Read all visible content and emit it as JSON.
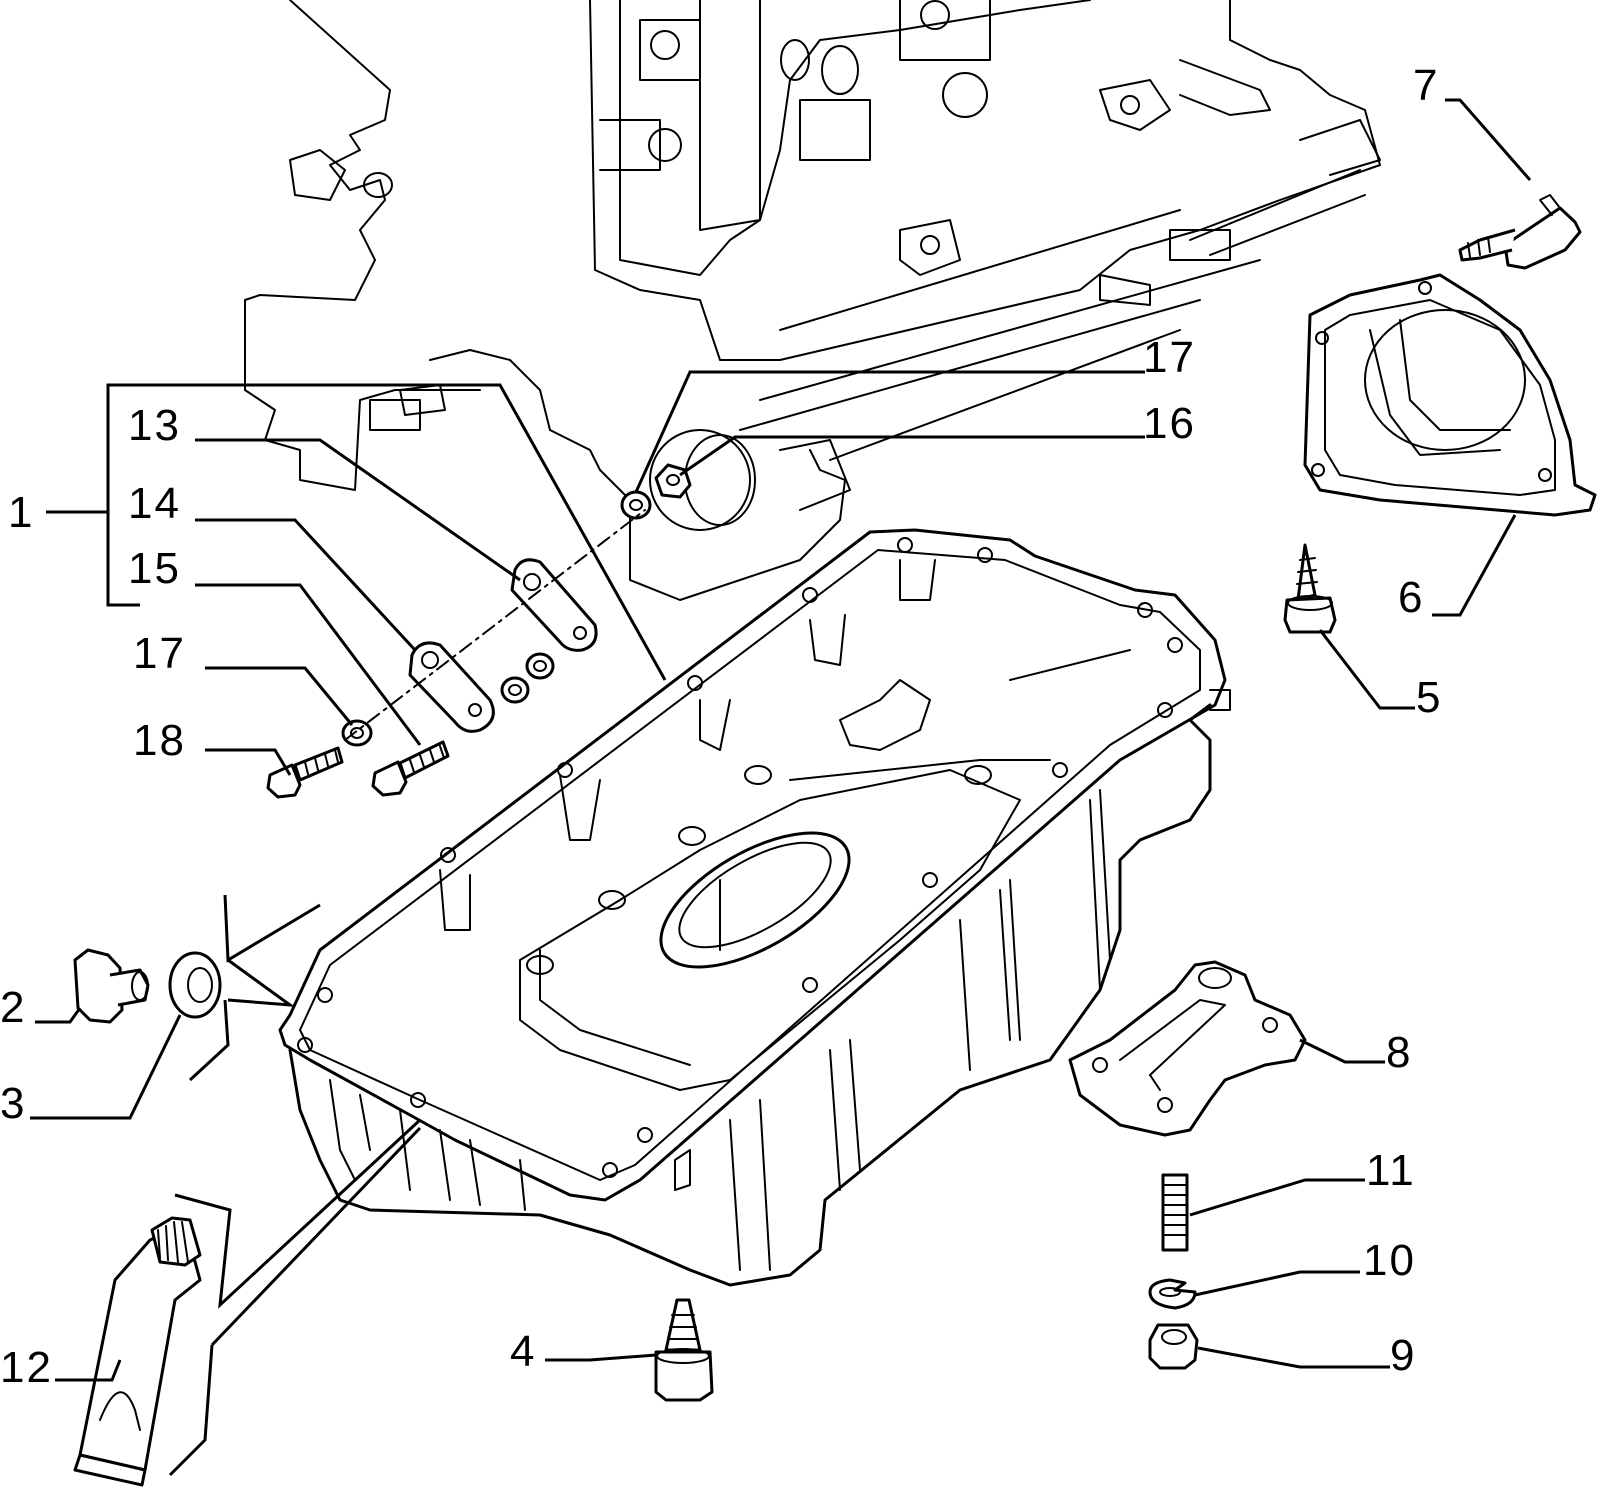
{
  "callouts": {
    "c1": "1",
    "c2": "2",
    "c3": "3",
    "c4": "4",
    "c5": "5",
    "c6": "6",
    "c7": "7",
    "c8": "8",
    "c9": "9",
    "c10": "10",
    "c11": "11",
    "c12": "12",
    "c13": "13",
    "c14": "14",
    "c15": "15",
    "c16": "16",
    "c17a": "17",
    "c17b": "17",
    "c18": "18"
  },
  "colors": {
    "ink": "#000000",
    "paper": "#ffffff"
  }
}
